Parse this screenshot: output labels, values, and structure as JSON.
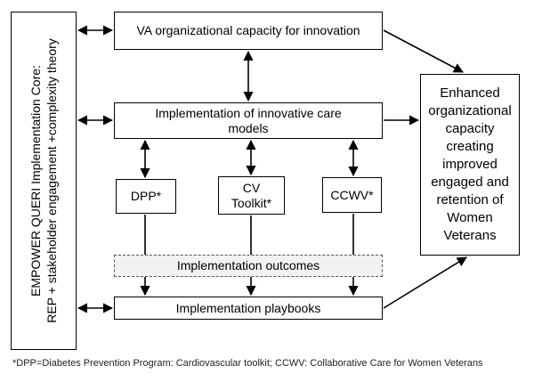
{
  "core": {
    "line1": "EMPOWER QUERI Implementation Core:",
    "line2": "REP + stakeholder engagement +complexity theory"
  },
  "boxes": {
    "va_capacity": "VA organizational capacity for innovation",
    "implementation_models_line1": "Implementation of innovative care",
    "implementation_models_line2": "models",
    "dpp": "DPP*",
    "cv_line1": "CV",
    "cv_line2": "Toolkit*",
    "ccwv": "CCWV*",
    "outcomes": "Implementation outcomes",
    "playbooks": "Implementation playbooks",
    "enhanced": "Enhanced organizational capacity creating improved engaged and retention of Women Veterans"
  },
  "footnote": "*DPP=Diabetes Prevention Program: Cardiovascular toolkit; CCWV: Collaborative Care for Women Veterans"
}
